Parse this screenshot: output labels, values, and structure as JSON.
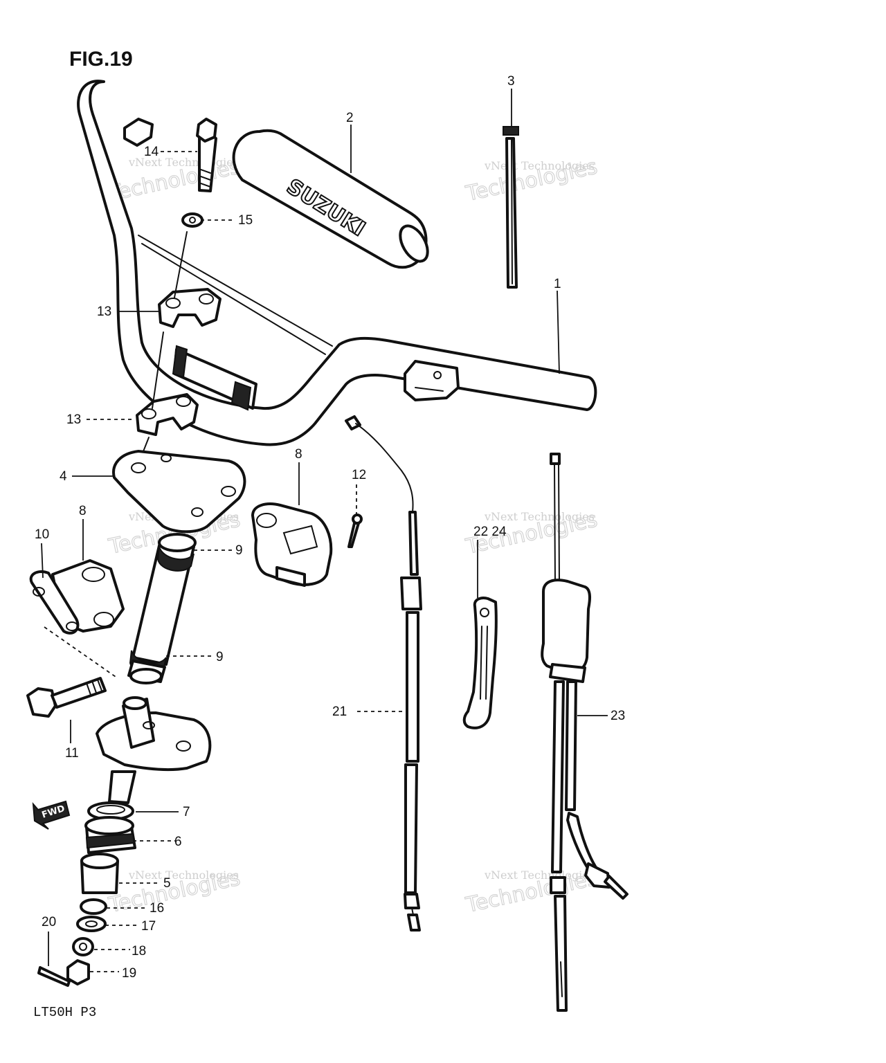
{
  "figure": {
    "title": "FIG.19",
    "model_code": "LT50H P3"
  },
  "brand_text": "SUZUKI",
  "direction_marker": "FWD",
  "watermark": {
    "small": "vNext Technologies",
    "large": "Technologies"
  },
  "callouts": {
    "c1": "1",
    "c2": "2",
    "c3": "3",
    "c4": "4",
    "c5": "5",
    "c6": "6",
    "c7": "7",
    "c8a": "8",
    "c8b": "8",
    "c9a": "9",
    "c9b": "9",
    "c10": "10",
    "c11": "11",
    "c12": "12",
    "c13a": "13",
    "c13b": "13",
    "c14": "14",
    "c15": "15",
    "c16": "16",
    "c17": "17",
    "c18": "18",
    "c19": "19",
    "c20": "20",
    "c21": "21",
    "c22_24": "22 24",
    "c23": "23"
  }
}
